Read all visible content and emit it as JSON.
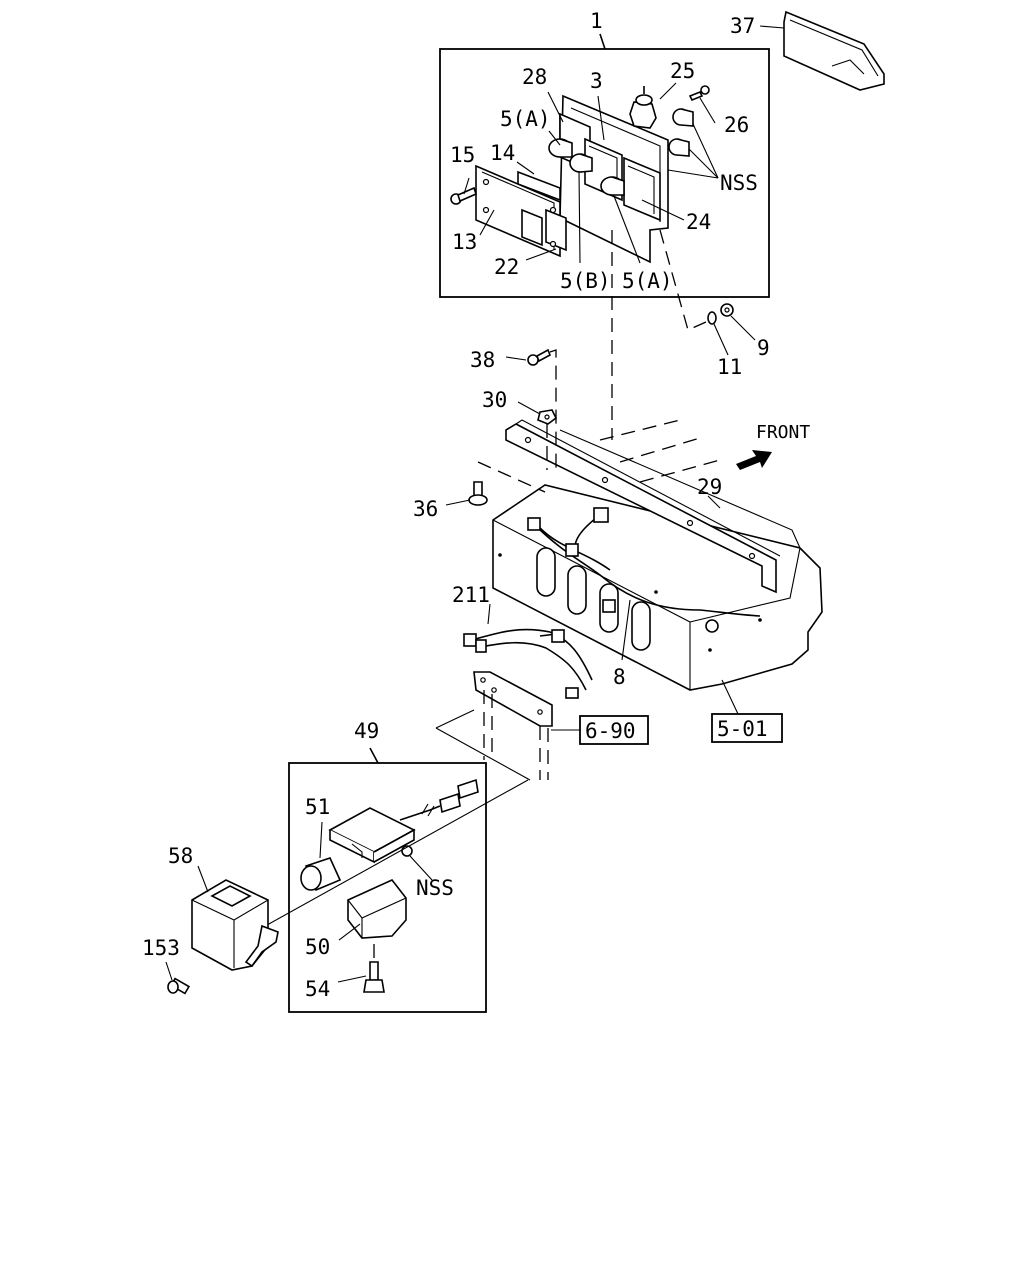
{
  "callouts": {
    "c1": "1",
    "c37": "37",
    "c28": "28",
    "c3": "3",
    "c25": "25",
    "c26": "26",
    "c5a_top": "5(A)",
    "c14": "14",
    "c15": "15",
    "c13": "13",
    "c22": "22",
    "c5b": "5(B)",
    "c5a_bottom": "5(A)",
    "c24": "24",
    "nss_top": "NSS",
    "c9": "9",
    "c11": "11",
    "c38": "38",
    "c30": "30",
    "c36": "36",
    "front": "FRONT",
    "c29": "29",
    "c211": "211",
    "c8": "8",
    "ref_690": "6-90",
    "ref_501": "5-01",
    "c49": "49",
    "c51": "51",
    "nss_bottom": "NSS",
    "c58": "58",
    "c50": "50",
    "c153": "153",
    "c54": "54"
  }
}
